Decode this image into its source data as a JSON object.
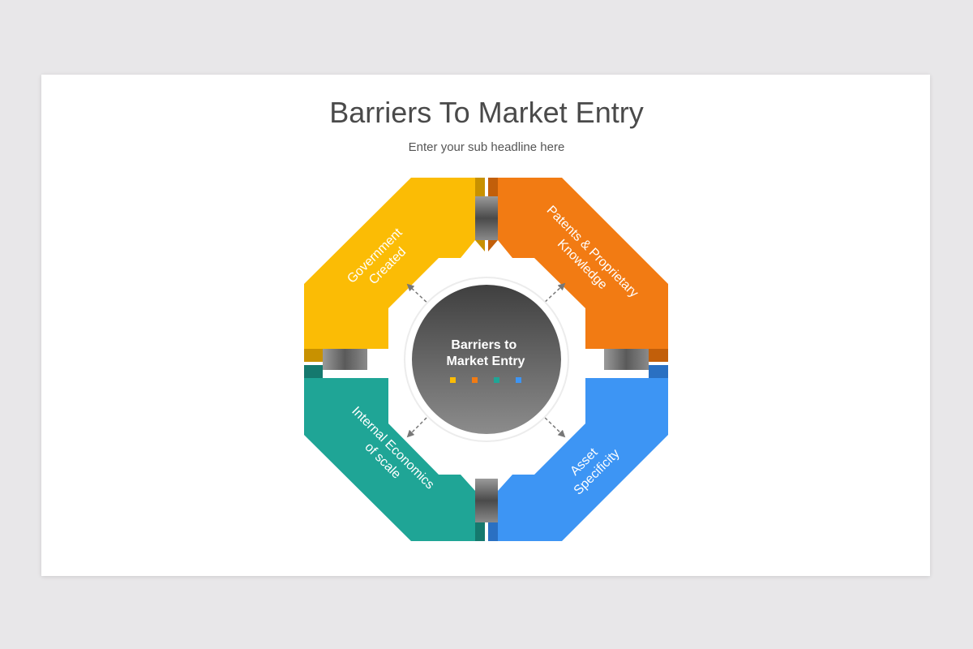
{
  "title": "Barriers To Market Entry",
  "subtitle": "Enter your sub headline here",
  "center": {
    "line1": "Barriers to",
    "line2": "Market Entry"
  },
  "segments": [
    {
      "line1": "Government",
      "line2": "Created",
      "color": "#fbbc05"
    },
    {
      "line1": "Patents & Proprietary",
      "line2": "Knowledge",
      "color": "#f27b13"
    },
    {
      "line1": "Asset",
      "line2": "Specificity",
      "color": "#3d95f4"
    },
    {
      "line1": "Internal Economics",
      "line2": "of scale",
      "color": "#1fa596"
    }
  ],
  "connector_color": "#6b6b6b"
}
